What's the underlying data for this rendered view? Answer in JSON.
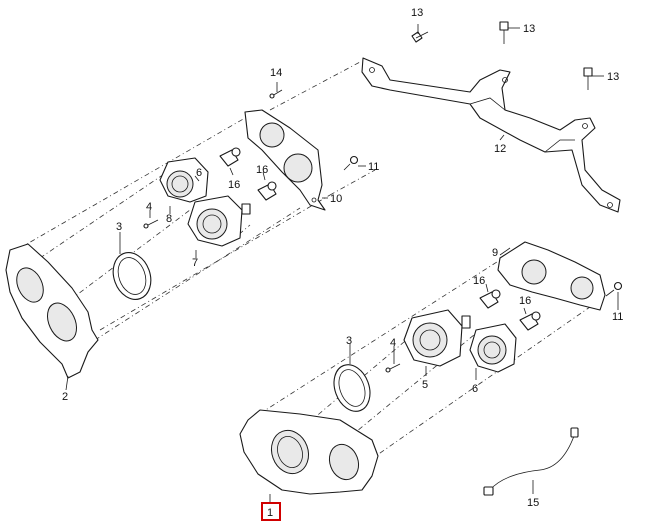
{
  "callouts": {
    "c1": "1",
    "c2": "2",
    "c3a": "3",
    "c3b": "3",
    "c4a": "4",
    "c4b": "4",
    "c5": "5",
    "c6": "6",
    "c7": "7",
    "c8": "8",
    "c9": "9",
    "c10": "10",
    "c11a": "11",
    "c11b": "11",
    "c12": "12",
    "c13a": "13",
    "c13b": "13",
    "c13c": "13",
    "c14": "14",
    "c15": "15",
    "c16a": "16",
    "c16b": "16",
    "c16c": "16",
    "c16d": "16"
  },
  "highlight_color": "#d00000"
}
